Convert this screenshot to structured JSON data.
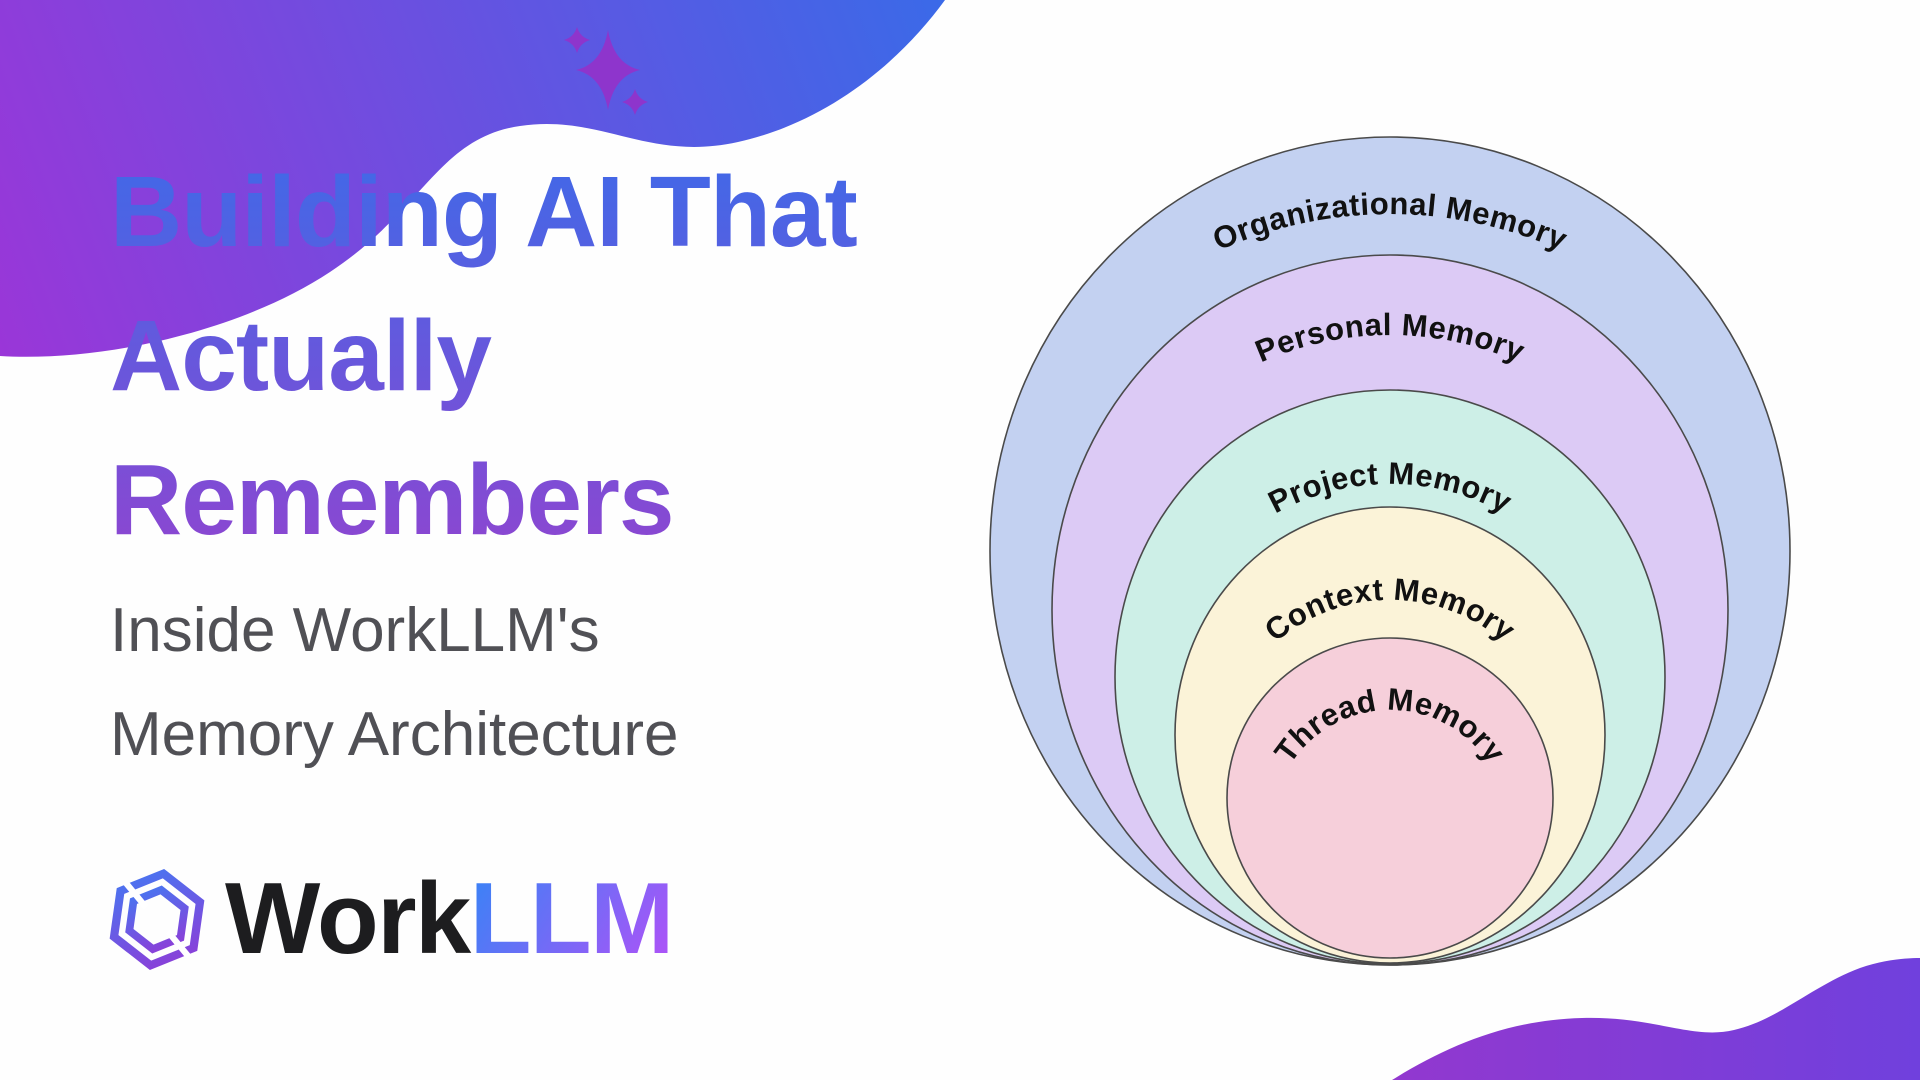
{
  "theme": {
    "--page-bg": "#fefefe",
    "--title-grad-a": "#3e6ae8",
    "--title-grad-b": "#8f45d0",
    "--subtitle-color": "#505055",
    "--brand-dark": "#1d1d1f",
    "--brand-llm-a": "#3b82f6",
    "--brand-llm-b": "#a855f7",
    "--hex-grad-a": "#4a74f0",
    "--hex-grad-b": "#8b3fd8",
    "--blob-top-a": "#9a36d8",
    "--blob-top-b": "#3a6ae8",
    "--blob-bottom-a": "#9238cf",
    "--blob-bottom-b": "#7040dd",
    "--sparkle-color": "#8e35cc",
    "--ring-outline": "#4a4a4a",
    "--ring-label": "#111111"
  },
  "hero": {
    "title_lines": [
      "Building AI That",
      "Actually",
      "Remembers"
    ],
    "subtitle_lines": [
      "Inside WorkLLM's",
      "Memory Architecture"
    ]
  },
  "logo": {
    "brand_prefix": "Work",
    "brand_suffix": "LLM"
  },
  "diagram": {
    "type": "nested-memory-rings",
    "rings": [
      {
        "label": "Organizational Memory",
        "fill": "#c3d1f1"
      },
      {
        "label": "Personal Memory",
        "fill": "#dccaf5"
      },
      {
        "label": "Project Memory",
        "fill": "#cdefe7"
      },
      {
        "label": "Context Memory",
        "fill": "#fbf3d8"
      },
      {
        "label": "Thread Memory",
        "fill": "#f6cfda"
      }
    ]
  }
}
